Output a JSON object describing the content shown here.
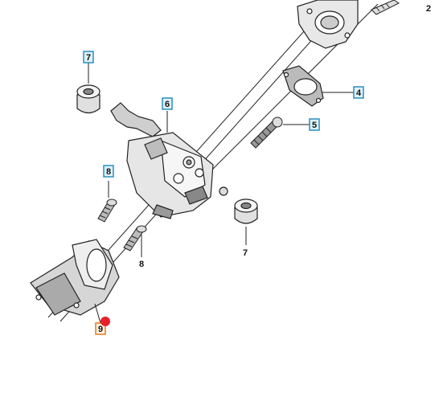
{
  "callouts": [
    {
      "id": "2",
      "text": "2",
      "style": "plain"
    },
    {
      "id": "7a",
      "text": "7",
      "style": "boxed-blue"
    },
    {
      "id": "6",
      "text": "6",
      "style": "boxed-blue"
    },
    {
      "id": "4",
      "text": "4",
      "style": "boxed-blue"
    },
    {
      "id": "5",
      "text": "5",
      "style": "boxed-blue"
    },
    {
      "id": "8a",
      "text": "8",
      "style": "boxed-blue"
    },
    {
      "id": "7b",
      "text": "7",
      "style": "plain"
    },
    {
      "id": "8b",
      "text": "8",
      "style": "plain"
    },
    {
      "id": "9",
      "text": "9",
      "style": "boxed-orange"
    }
  ],
  "colors": {
    "line": "#222222",
    "callout_box_blue": "#2a8fbd",
    "callout_box_fill": "#dff1f8",
    "callout_box_orange": "#e07b1f",
    "marker": "#e8202a"
  },
  "selected_part": "9"
}
